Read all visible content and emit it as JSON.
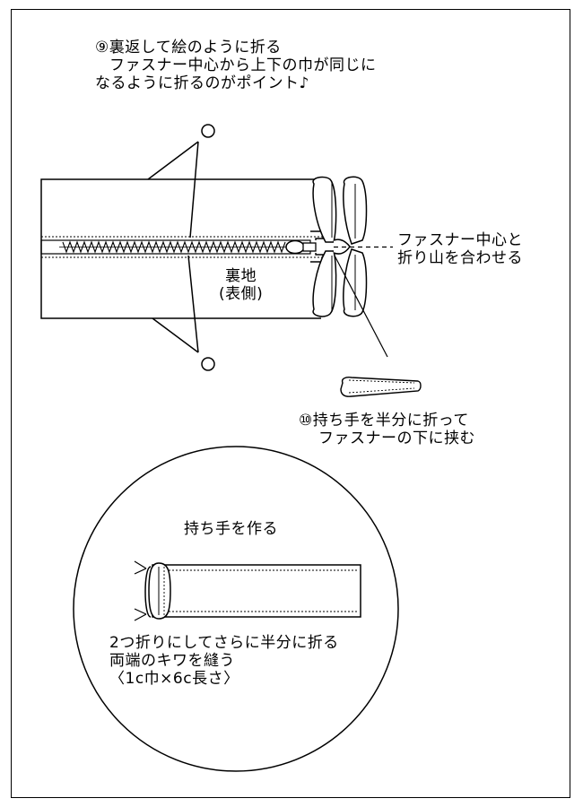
{
  "step9": {
    "line1": "⑨裏返して絵のように折る",
    "line2": "ファスナー中心から上下の巾が同じに",
    "line3": "なるように折るのがポイント♪"
  },
  "zipper_note": {
    "line1": "ファスナー中心と",
    "line2": "折り山を合わせる"
  },
  "lining": {
    "line1": "裏地",
    "line2": "(表側)"
  },
  "step10": {
    "line1": "⑩持ち手を半分に折って",
    "line2": "ファスナーの下に挟む"
  },
  "handle": {
    "title": "持ち手を作る",
    "line1": "2つ折りにしてさらに半分に折る",
    "line2": "両端のキワを縫う",
    "line3": "〈1c巾×6c長さ〉"
  },
  "colors": {
    "line": "#000000",
    "background": "#ffffff"
  }
}
